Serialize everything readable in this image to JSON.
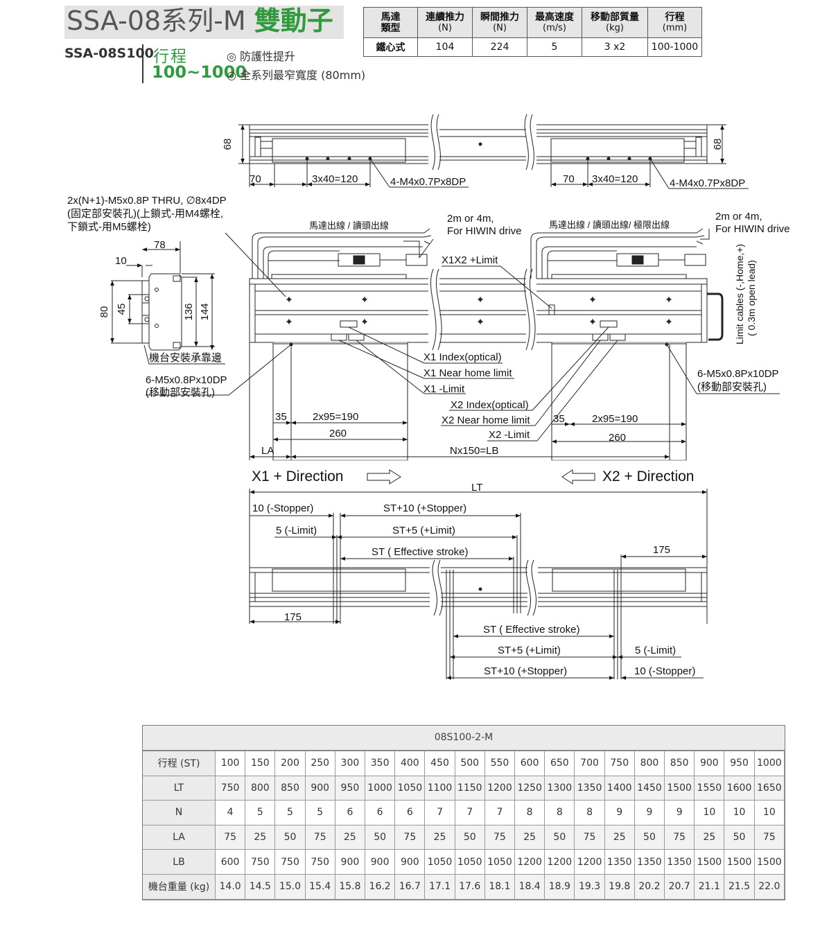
{
  "header": {
    "title_main": "SSA-08系列-M ",
    "title_accent": "雙動子",
    "model": "SSA-08S100",
    "stroke_label": "行程",
    "stroke_range": "100~1000",
    "feature_1": "◎ 防護性提升",
    "feature_2": "◎ 全系列最窄寬度 (80mm)"
  },
  "spec_table": {
    "headers": [
      {
        "label": "馬達",
        "unit": "類型"
      },
      {
        "label": "連續推力",
        "unit": "(N)"
      },
      {
        "label": "瞬間推力",
        "unit": "(N)"
      },
      {
        "label": "最高速度",
        "unit": "(m/s)"
      },
      {
        "label": "移動部質量",
        "unit": "(kg)"
      },
      {
        "label": "行程",
        "unit": "(mm)"
      }
    ],
    "row": [
      "鐵心式",
      "104",
      "224",
      "5",
      "3 x2",
      "100-1000"
    ]
  },
  "drawing": {
    "dim_68": "68",
    "dim_70": "70",
    "dim_3x40": "3x40=120",
    "tap_top": "4-M4x0.7Px8DP",
    "hole_note_1": "2x(N+1)-M5x0.8P THRU, ∅8x4DP",
    "hole_note_2": "(固定部安裝孔)(上鎖式-用M4螺栓,",
    "hole_note_3": "下鎖式-用M5螺栓)",
    "cable_left": "馬達出線 / 讀頭出線",
    "cable_right": "馬達出線 / 讀頭出線/ 極限出線",
    "drive_1": "2m or 4m,",
    "drive_2": "For HIWIN drive",
    "x1x2_limit": "X1X2 +Limit",
    "limit_cables_1": "Limit cables (-,Home,+)",
    "limit_cables_2": "( 0.3m open lead)",
    "dim_78": "78",
    "dim_10": "10",
    "dim_80": "80",
    "dim_45": "45",
    "dim_136": "136",
    "dim_144": "144",
    "base_edge": "機台安裝承靠邊",
    "tap_move_1": "6-M5x0.8Px10DP",
    "tap_move_2": "(移動部安裝孔)",
    "x1_index": "X1 Index(optical)",
    "x1_home": "X1 Near home limit",
    "x1_limit": "X1 -Limit",
    "x2_index": "X2 Index(optical)",
    "x2_home": "X2 Near home limit",
    "x2_limit": "X2 -Limit",
    "dim_35": "35",
    "dim_2x95": "2x95=190",
    "dim_260": "260",
    "dim_la": "LA",
    "dim_nx150": "Nx150=LB",
    "x1_dir": "X1 + Direction",
    "x2_dir": "X2 + Direction",
    "dim_lt": "LT",
    "stopper_neg": "10 (-Stopper)",
    "stopper_pos": "ST+10 (+Stopper)",
    "limit_neg": "5 (-Limit)",
    "limit_pos": "ST+5 (+Limit)",
    "eff_stroke": "ST ( Effective stroke)",
    "dim_175": "175"
  },
  "stroke_table": {
    "caption": "08S100-2-M",
    "rows": [
      {
        "label": "行程 (ST)",
        "values": [
          "100",
          "150",
          "200",
          "250",
          "300",
          "350",
          "400",
          "450",
          "500",
          "550",
          "600",
          "650",
          "700",
          "750",
          "800",
          "850",
          "900",
          "950",
          "1000"
        ]
      },
      {
        "label": "LT",
        "values": [
          "750",
          "800",
          "850",
          "900",
          "950",
          "1000",
          "1050",
          "1100",
          "1150",
          "1200",
          "1250",
          "1300",
          "1350",
          "1400",
          "1450",
          "1500",
          "1550",
          "1600",
          "1650"
        ]
      },
      {
        "label": "N",
        "values": [
          "4",
          "5",
          "5",
          "5",
          "6",
          "6",
          "6",
          "7",
          "7",
          "7",
          "8",
          "8",
          "8",
          "9",
          "9",
          "9",
          "10",
          "10",
          "10"
        ]
      },
      {
        "label": "LA",
        "values": [
          "75",
          "25",
          "50",
          "75",
          "25",
          "50",
          "75",
          "25",
          "50",
          "75",
          "25",
          "50",
          "75",
          "25",
          "50",
          "75",
          "25",
          "50",
          "75"
        ]
      },
      {
        "label": "LB",
        "values": [
          "600",
          "750",
          "750",
          "750",
          "900",
          "900",
          "900",
          "1050",
          "1050",
          "1050",
          "1200",
          "1200",
          "1200",
          "1350",
          "1350",
          "1350",
          "1500",
          "1500",
          "1500"
        ]
      },
      {
        "label": "機台重量 (kg)",
        "values": [
          "14.0",
          "14.5",
          "15.0",
          "15.4",
          "15.8",
          "16.2",
          "16.7",
          "17.1",
          "17.6",
          "18.1",
          "18.4",
          "18.9",
          "19.3",
          "19.8",
          "20.2",
          "20.7",
          "21.1",
          "21.5",
          "22.0"
        ]
      }
    ]
  }
}
